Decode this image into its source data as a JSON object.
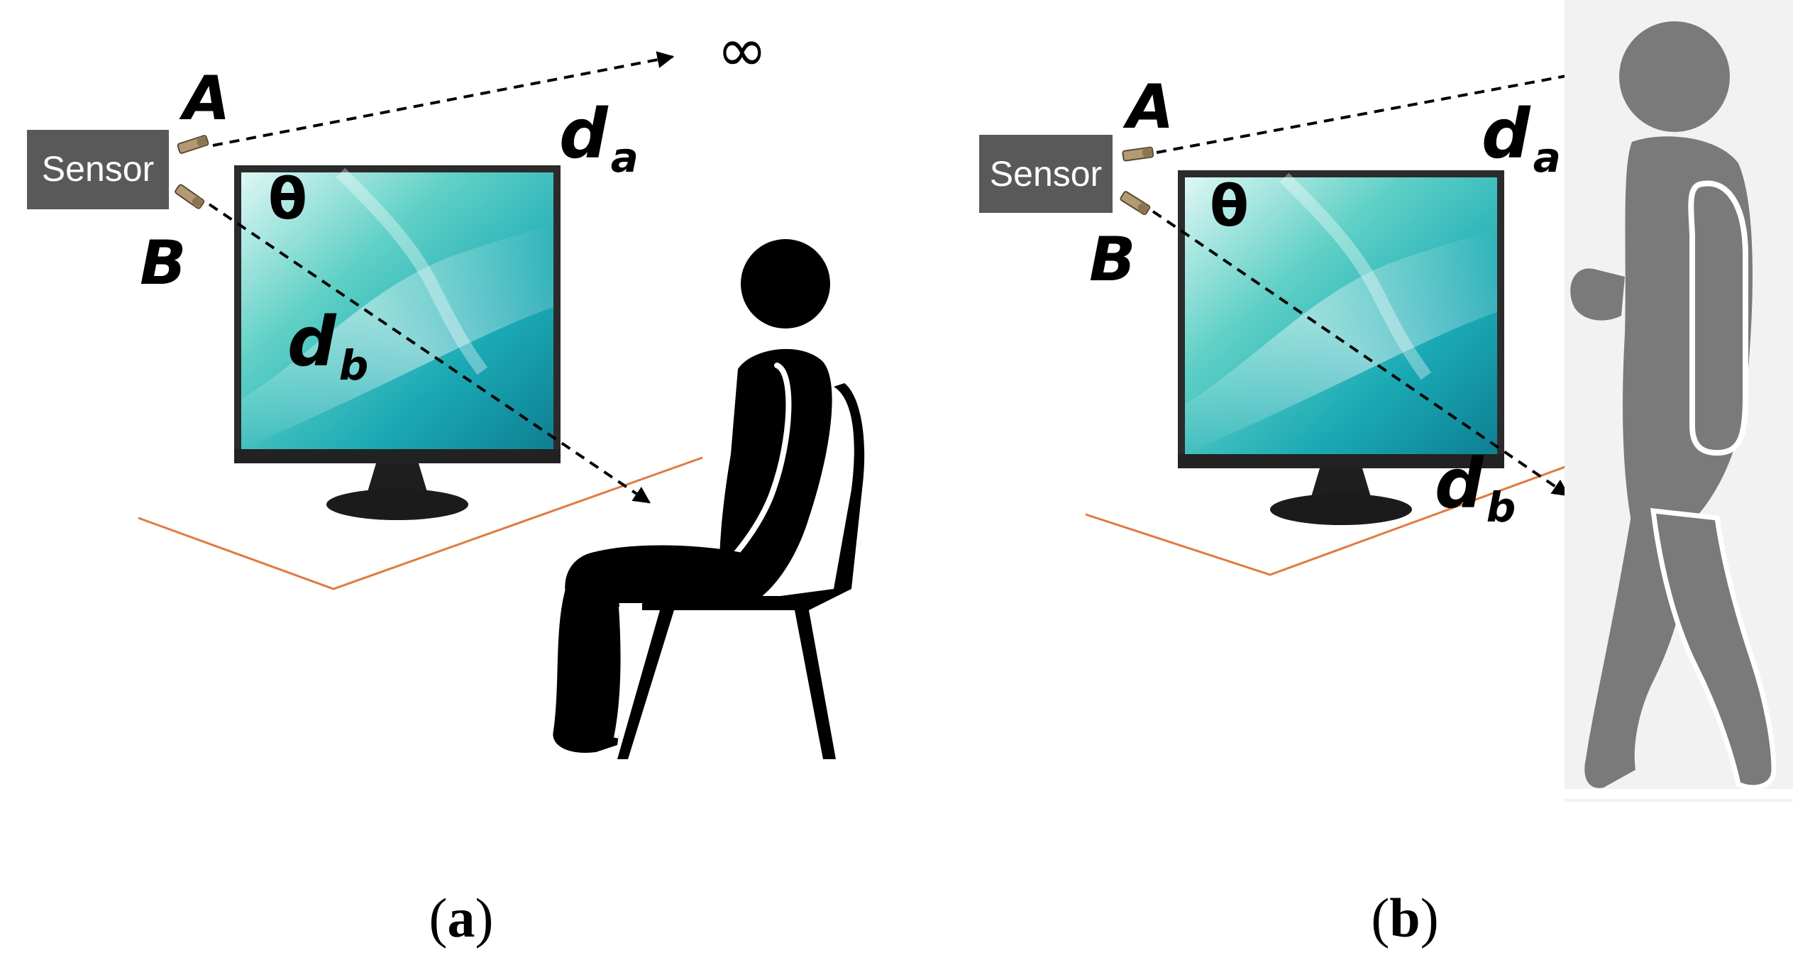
{
  "panel_a": {
    "sensor_label": "Sensor",
    "point_a_label": "A",
    "point_b_label": "B",
    "theta_label": "θ",
    "infinity_label": "∞",
    "distance_a": {
      "main": "d",
      "sub": "a"
    },
    "distance_b": {
      "main": "d",
      "sub": "b"
    },
    "caption": {
      "open": "(",
      "letter": "a",
      "close": ")"
    }
  },
  "panel_b": {
    "sensor_label": "Sensor",
    "point_a_label": "A",
    "point_b_label": "B",
    "theta_label": "θ",
    "distance_a": {
      "main": "d",
      "sub": "a"
    },
    "distance_b": {
      "main": "d",
      "sub": "b"
    },
    "caption": {
      "open": "(",
      "letter": "b",
      "close": ")"
    }
  },
  "colors": {
    "sensor_box": "#595959",
    "screen_gradient_start": "#bff0ee",
    "screen_gradient_end": "#0f9aa6",
    "monitor_bezel": "#2b2b2b",
    "floor_line": "#e07a3e",
    "seated_person": "#000000",
    "walking_person": "#7a7a7a"
  },
  "icons": [
    "sensor-box",
    "monitor",
    "seated-person-on-chair",
    "walking-person",
    "dashed-arrow"
  ]
}
